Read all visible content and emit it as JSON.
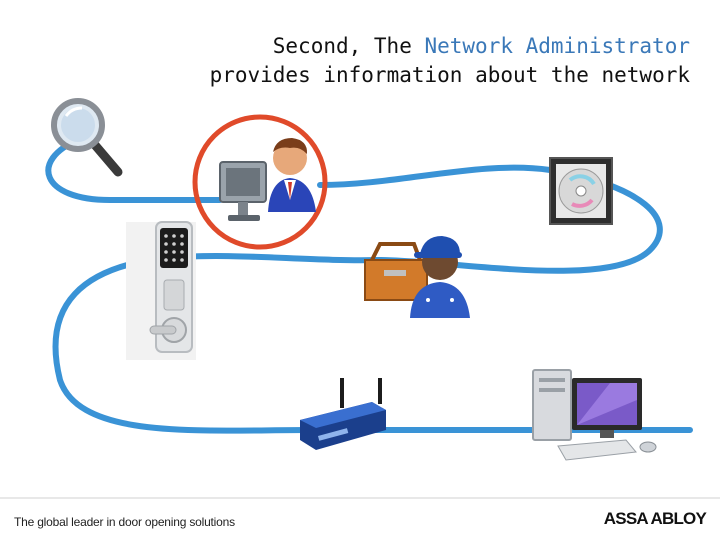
{
  "title": {
    "line1_prefix": "Second, The ",
    "line1_highlight": "Network Administrator",
    "line2": "provides information about the network"
  },
  "footer": {
    "tagline": "The global leader in door opening solutions",
    "brand": "ASSA ABLOY"
  },
  "colors": {
    "path": "#3a93d6",
    "highlight_ring": "#e04a2a",
    "title_highlight": "#3a78b8"
  },
  "icons": [
    "magnifier-icon",
    "admin-workstation-icon",
    "software-disc-icon",
    "door-lock-icon",
    "installer-icon",
    "wireless-router-icon",
    "desktop-computer-icon"
  ]
}
